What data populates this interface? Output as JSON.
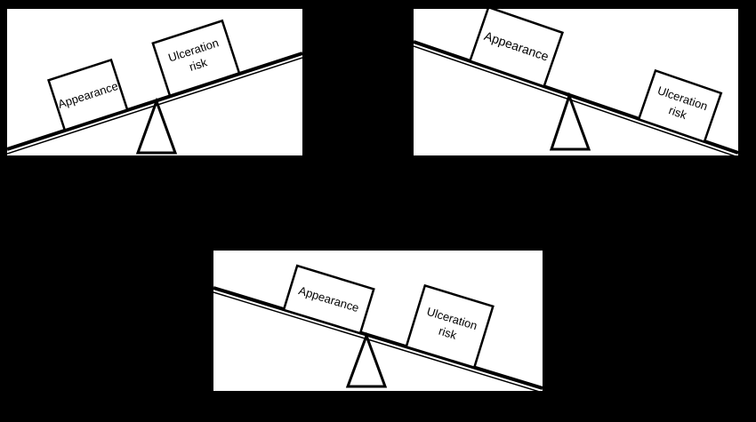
{
  "figure": {
    "background": "#000000",
    "panel_background": "#ffffff",
    "ink_color": "#000000",
    "description": "Three seesaw balance diagrams weighing Appearance against Ulceration risk"
  },
  "panels": [
    {
      "name": "top-left",
      "tilt": "appearance side down, ulceration risk side up",
      "left_box": "Appearance",
      "right_box_line1": "Ulceration",
      "right_box_line2": "risk"
    },
    {
      "name": "top-right",
      "tilt": "appearance side up, ulceration risk side down",
      "left_box": "Appearance",
      "right_box_line1": "Ulceration",
      "right_box_line2": "risk"
    },
    {
      "name": "bottom-center",
      "tilt": "appearance side up, ulceration risk side down",
      "left_box": "Appearance",
      "right_box_line1": "Ulceration",
      "right_box_line2": "risk"
    }
  ]
}
